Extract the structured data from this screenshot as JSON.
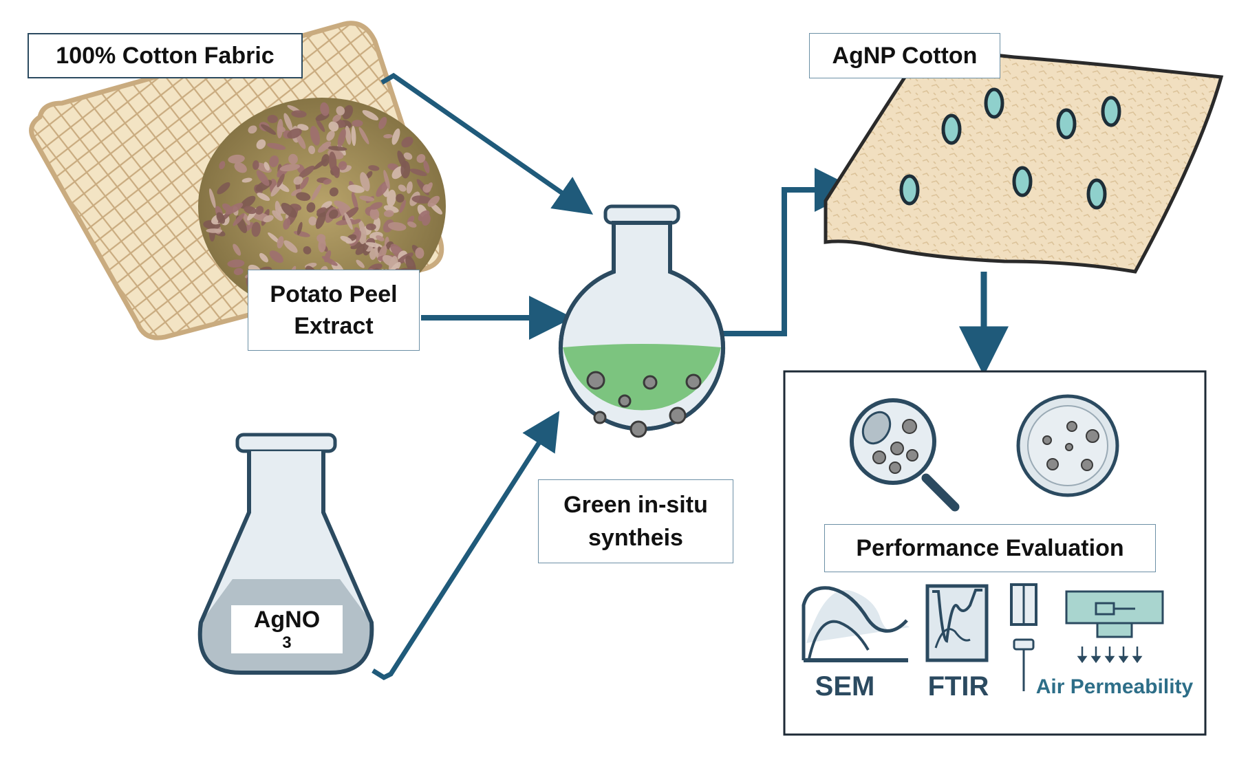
{
  "labels": {
    "cotton_fabric": "100% Cotton Fabric",
    "agnp_cotton": "AgNP Cotton",
    "potato_line1": "Potato Peel",
    "potato_line2": "Extract",
    "green_line1": "Green in-situ",
    "green_line2": "syntheis",
    "agno3_base": "AgNO",
    "agno3_sub": "3",
    "performance": "Performance Evaluation",
    "sem": "SEM",
    "ftir": "FTIR",
    "air_line1": "Air",
    "air_line2": "Permeability"
  },
  "colors": {
    "arrow": "#1f5a7a",
    "fabric": "#f3e4c4",
    "fabric_border": "#c9ab7f",
    "liquid": "#7cc47f",
    "nanoparticle": "#8fd0cc",
    "flask_outline": "#2b4a60",
    "icon_text": "#2b4a60"
  },
  "icons": {
    "fabric": "fabric-icon",
    "potato_peel": "potato-peel-photo",
    "round_flask": "round-bottom-flask-icon",
    "erlenmeyer": "erlenmeyer-flask-icon",
    "agnp_cloth": "agnp-cloth-icon",
    "magnifier": "magnifier-icon",
    "petri_dish": "petri-dish-icon",
    "sem_chart": "sem-spectrum-icon",
    "ftir_chart": "ftir-spectrum-icon",
    "tensile": "tensile-tester-icon",
    "air_device": "air-permeability-device-icon"
  }
}
